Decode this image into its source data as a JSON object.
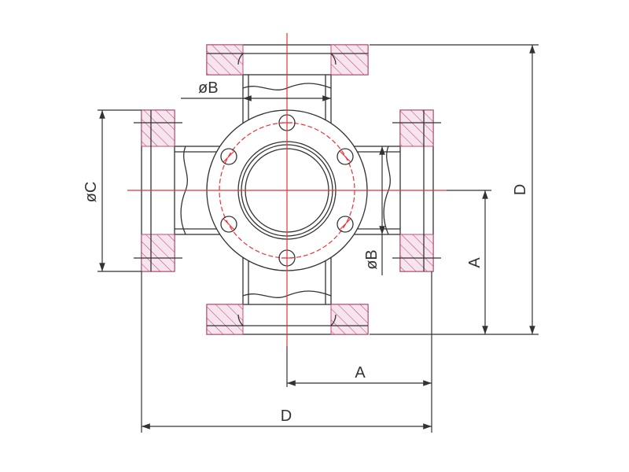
{
  "labels": {
    "bore_top": "øB",
    "bore_side": "øB",
    "flange_dia": "øC",
    "offset_vertical": "A",
    "offset_horizontal": "A",
    "overall_vertical": "D",
    "overall_horizontal": "D"
  },
  "colors": {
    "outline": "#333333",
    "centerline": "#e8333a",
    "hatch": "#c03a6a"
  }
}
